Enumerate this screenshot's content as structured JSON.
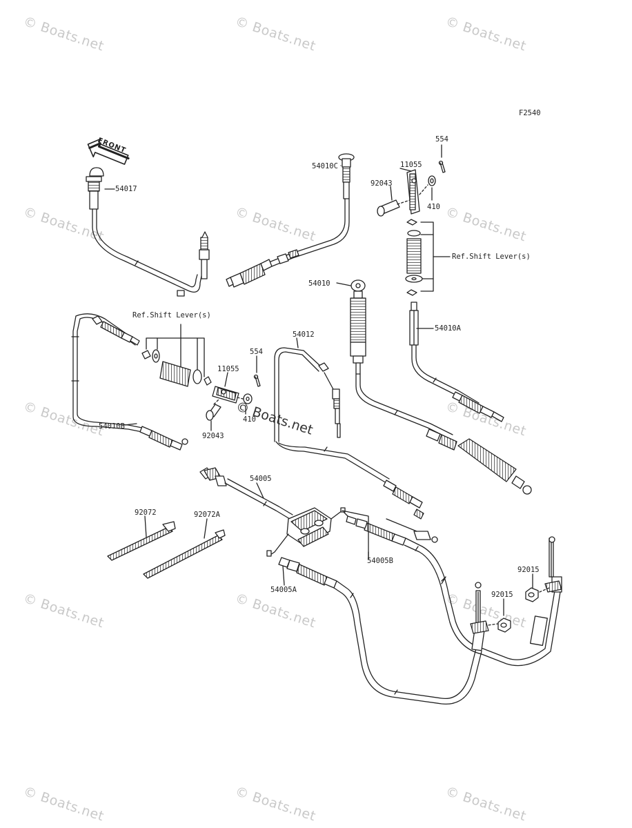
{
  "figure_code": "F2540",
  "front_label": "FRONT",
  "watermark_text": "© Boats.net",
  "part_labels": {
    "p54017": "54017",
    "p54010C": "54010C",
    "p554_top": "554",
    "p11055_top": "11055",
    "p92043_top": "92043",
    "p410_top": "410",
    "ref_shift_right": "Ref.Shift Lever(s)",
    "p54010": "54010",
    "p54010A": "54010A",
    "ref_shift_left": "Ref.Shift Lever(s)",
    "p554_mid": "554",
    "p11055_mid": "11055",
    "p54012": "54012",
    "p410_mid": "410",
    "p92043_mid": "92043",
    "p54010B": "54010B",
    "p54005": "54005",
    "p92072": "92072",
    "p92072A": "92072A",
    "p54005B": "54005B",
    "p54005A": "54005A",
    "p92015_a": "92015",
    "p92015_b": "92015"
  }
}
